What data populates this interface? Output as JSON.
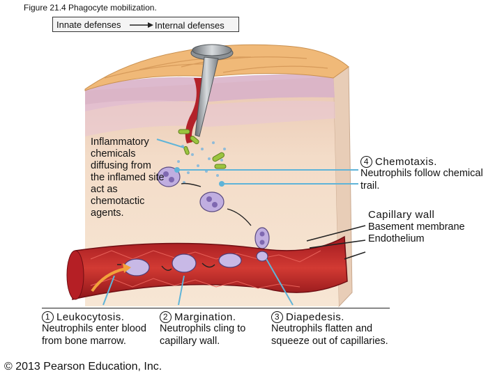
{
  "figure": {
    "title": "Figure 21.4 Phagocyte mobilization."
  },
  "breadcrumb": {
    "from": "Innate defenses",
    "to": "Internal defenses"
  },
  "labels": {
    "inflammatory": "Inflammatory chemicals diffusing from the inflamed site act as chemotactic agents.",
    "capillary_wall_title": "Capillary wall",
    "capillary_wall_parts": [
      "Basement membrane",
      "Endothelium"
    ]
  },
  "steps": [
    {
      "number": "1",
      "title": "Leukocytosis.",
      "text": "Neutrophils enter blood from bone marrow."
    },
    {
      "number": "2",
      "title": "Margination.",
      "text": "Neutrophils cling to capillary wall."
    },
    {
      "number": "3",
      "title": "Diapedesis.",
      "text": "Neutrophils flatten and squeeze out of capillaries."
    },
    {
      "number": "4",
      "title": "Chemotaxis.",
      "text": "Neutrophils follow chemical trail."
    }
  ],
  "colors": {
    "leader_line": "#5fb4d8",
    "skin": "#f2c9a1",
    "dermis": "#f6e3cf",
    "vessel": "#c4272b",
    "neutrophil": "#b9a4d8",
    "bacteria": "#9bc43f"
  },
  "copyright": "© 2013 Pearson Education, Inc."
}
